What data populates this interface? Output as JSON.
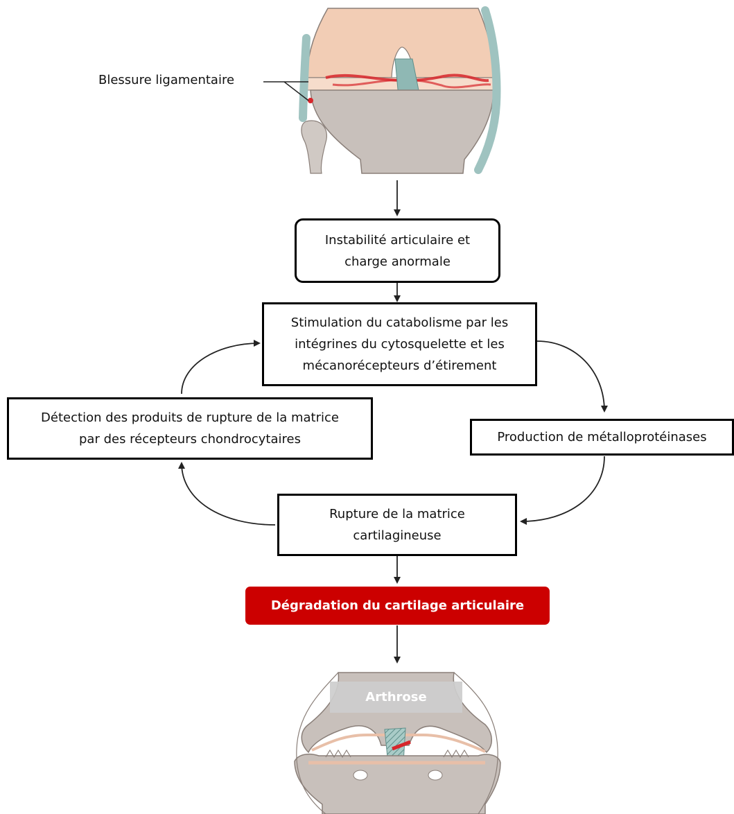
{
  "labels": {
    "injury": "Blessure ligamentaire",
    "arthrose": "Arthrose"
  },
  "boxes": {
    "instability": "Instabilité articulaire et\ncharge anormale",
    "stimulation": "Stimulation du catabolisme par les\nintégrines du cytosquelette et les\nmécanorécepteurs d’étirement",
    "detection": "Détection des produits de rupture de la matrice\npar des récepteurs chondrocytaires",
    "production": "Production de métalloprotéinases",
    "rupture": "Rupture de la matrice\ncartilagineuse",
    "degradation": "Dégradation du cartilage articulaire"
  },
  "colors": {
    "accent_red": "#cc0000",
    "bone": "#c8c0bb",
    "cartilage": "#f2cdb5",
    "ligament": "#9fc3c0",
    "injury_red": "#d7262b"
  },
  "icons": {
    "top": "healthy-knee-joint-illustration",
    "bottom": "arthritic-knee-joint-illustration"
  }
}
